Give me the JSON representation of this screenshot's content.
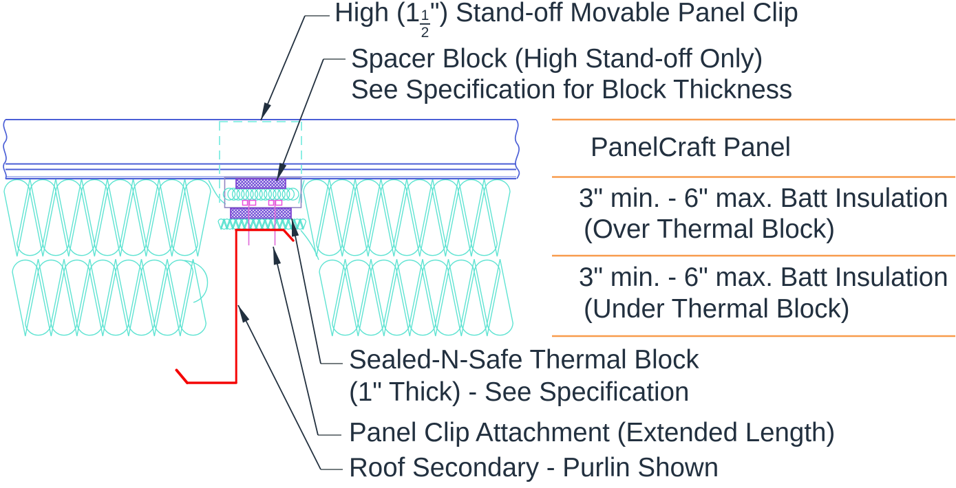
{
  "colors": {
    "text_navy": "#22303f",
    "leader_tick_gray": "#757d80",
    "panel_blue": "#4a5ed6",
    "panel_blue_light": "#a9b4ef",
    "insulation_teal": "#5fe3d2",
    "compressed_insulation_teal": "#4fe0cd",
    "clip_dashed_aqua": "#8ceee4",
    "clip_outline_purple": "#9185c2",
    "block_hatch_purple": "#6b46d4",
    "block_border_purple": "#7b3fd0",
    "fastener_magenta": "#e06ed8",
    "clip_glyph_magenta": "#ea4fdc",
    "purlin_red": "#f40606",
    "divider_orange": "#f89b4c",
    "background": "#ffffff"
  },
  "annotations": {
    "high_standoff": {
      "prefix": "High (1",
      "frac_numerator": "1",
      "frac_denominator": "2",
      "suffix": "\") Stand-off Movable Panel Clip"
    },
    "spacer_block_line1": "Spacer Block (High Stand-off Only)",
    "spacer_block_line2": "See Specification for Block Thickness",
    "sealed_n_safe_line1": "Sealed-N-Safe Thermal Block",
    "sealed_n_safe_line2": "(1\" Thick) - See Specification",
    "panel_clip_attachment": "Panel Clip Attachment (Extended Length)",
    "roof_secondary": "Roof Secondary - Purlin Shown"
  },
  "legend": {
    "rows": [
      {
        "line1": "PanelCraft Panel",
        "line2": ""
      },
      {
        "line1": "3\" min. - 6\" max. Batt Insulation",
        "line2": "(Over Thermal Block)"
      },
      {
        "line1": "3\" min. - 6\" max. Batt Insulation",
        "line2": "(Under Thermal Block)"
      }
    ]
  }
}
